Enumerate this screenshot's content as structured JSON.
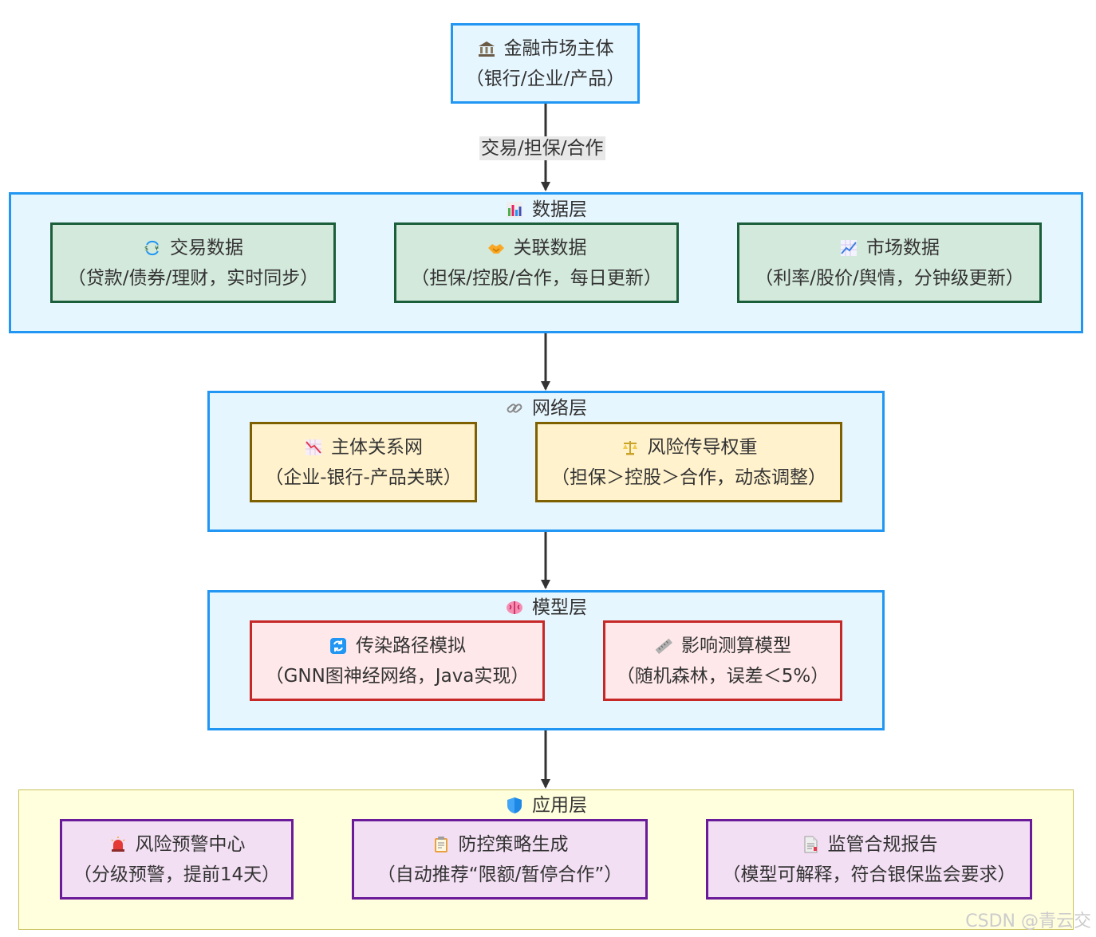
{
  "root": {
    "title": "金融市场主体",
    "subtitle": "（银行/企业/产品）",
    "icon": "bank-icon"
  },
  "edge_root_to_data": {
    "label": "交易/担保/合作"
  },
  "layers": {
    "data": {
      "title": "数据层",
      "icon": "bar-chart-icon",
      "nodes": [
        {
          "title": "交易数据",
          "subtitle": "（贷款/债券/理财，实时同步）",
          "icon": "currency-exchange-icon"
        },
        {
          "title": "关联数据",
          "subtitle": "（担保/控股/合作，每日更新）",
          "icon": "handshake-icon"
        },
        {
          "title": "市场数据",
          "subtitle": "（利率/股价/舆情，分钟级更新）",
          "icon": "trend-up-icon"
        }
      ]
    },
    "network": {
      "title": "网络层",
      "icon": "link-icon",
      "nodes": [
        {
          "title": "主体关系网",
          "subtitle": "（企业-银行-产品关联）",
          "icon": "trend-down-icon"
        },
        {
          "title": "风险传导权重",
          "subtitle": "（担保＞控股＞合作，动态调整）",
          "icon": "scales-icon"
        }
      ]
    },
    "model": {
      "title": "模型层",
      "icon": "brain-icon",
      "nodes": [
        {
          "title": "传染路径模拟",
          "subtitle": "（GNN图神经网络，Java实现）",
          "icon": "refresh-icon"
        },
        {
          "title": "影响测算模型",
          "subtitle": "（随机森林，误差＜5%）",
          "icon": "ruler-icon"
        }
      ]
    },
    "app": {
      "title": "应用层",
      "icon": "shield-icon",
      "nodes": [
        {
          "title": "风险预警中心",
          "subtitle": "（分级预警，提前14天）",
          "icon": "alarm-light-icon"
        },
        {
          "title": "防控策略生成",
          "subtitle": "（自动推荐“限额/暂停合作”）",
          "icon": "clipboard-icon"
        },
        {
          "title": "监管合规报告",
          "subtitle": "（模型可解释，符合银保监会要求）",
          "icon": "document-icon"
        }
      ]
    }
  },
  "watermark": "CSDN @青云交",
  "colors": {
    "layer_border": "#2196f3",
    "layer_fill": "#e6f6fe",
    "app_layer_border": "#c9c25a",
    "app_layer_fill": "#fffedd",
    "data_node_fill": "#d3e9dc",
    "data_node_border": "#1b5e3a",
    "network_node_fill": "#fff2cc",
    "network_node_border": "#7f6000",
    "model_node_fill": "#ffe8ea",
    "model_node_border": "#c62828",
    "app_node_fill": "#f3dff3",
    "app_node_border": "#6a1b9a",
    "edge": "#333333"
  }
}
